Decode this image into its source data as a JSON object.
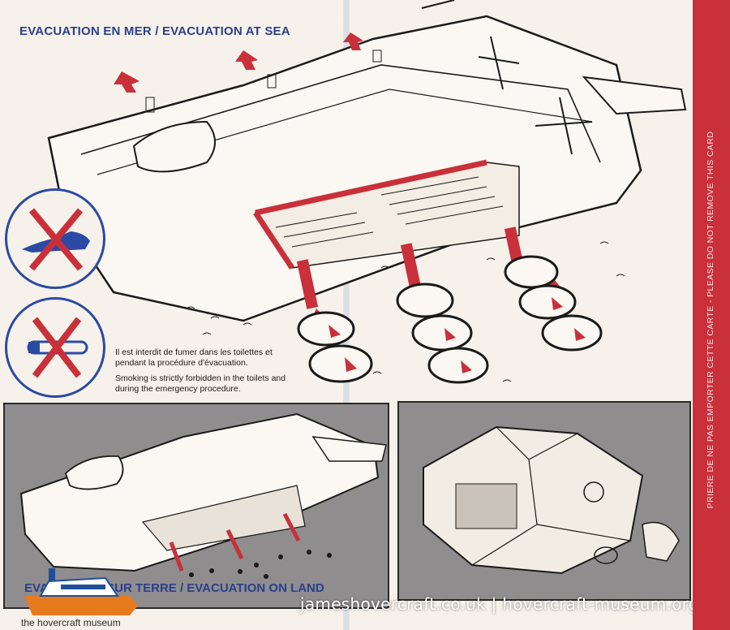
{
  "heading": {
    "sea": "EVACUATION EN MER / EVACUATION AT SEA",
    "land": "EVACUATION SUR TERRE / EVACUATION ON LAND"
  },
  "caption": {
    "fr": "Il est interdit de fumer dans les toilettes et pendant la procédure d'évacuation.",
    "en": "Smoking is strictly forbidden in the toilets and during the emergency procedure."
  },
  "side_notice": "PRIERE DE NE PAS EMPORTER CETTE CARTE - PLEASE DO NOT REMOVE THIS CARD",
  "watermark": {
    "url": "jameshovercraft.co.uk | hovercraft-museum.org",
    "logo_text": "the hovercraft museum"
  },
  "icons": {
    "no_shoes": "no-high-heels-icon",
    "no_smoking": "no-smoking-icon"
  },
  "colors": {
    "accent_red": "#c9303a",
    "heading_blue": "#2b3f8e",
    "sign_blue": "#2b4aa3"
  }
}
